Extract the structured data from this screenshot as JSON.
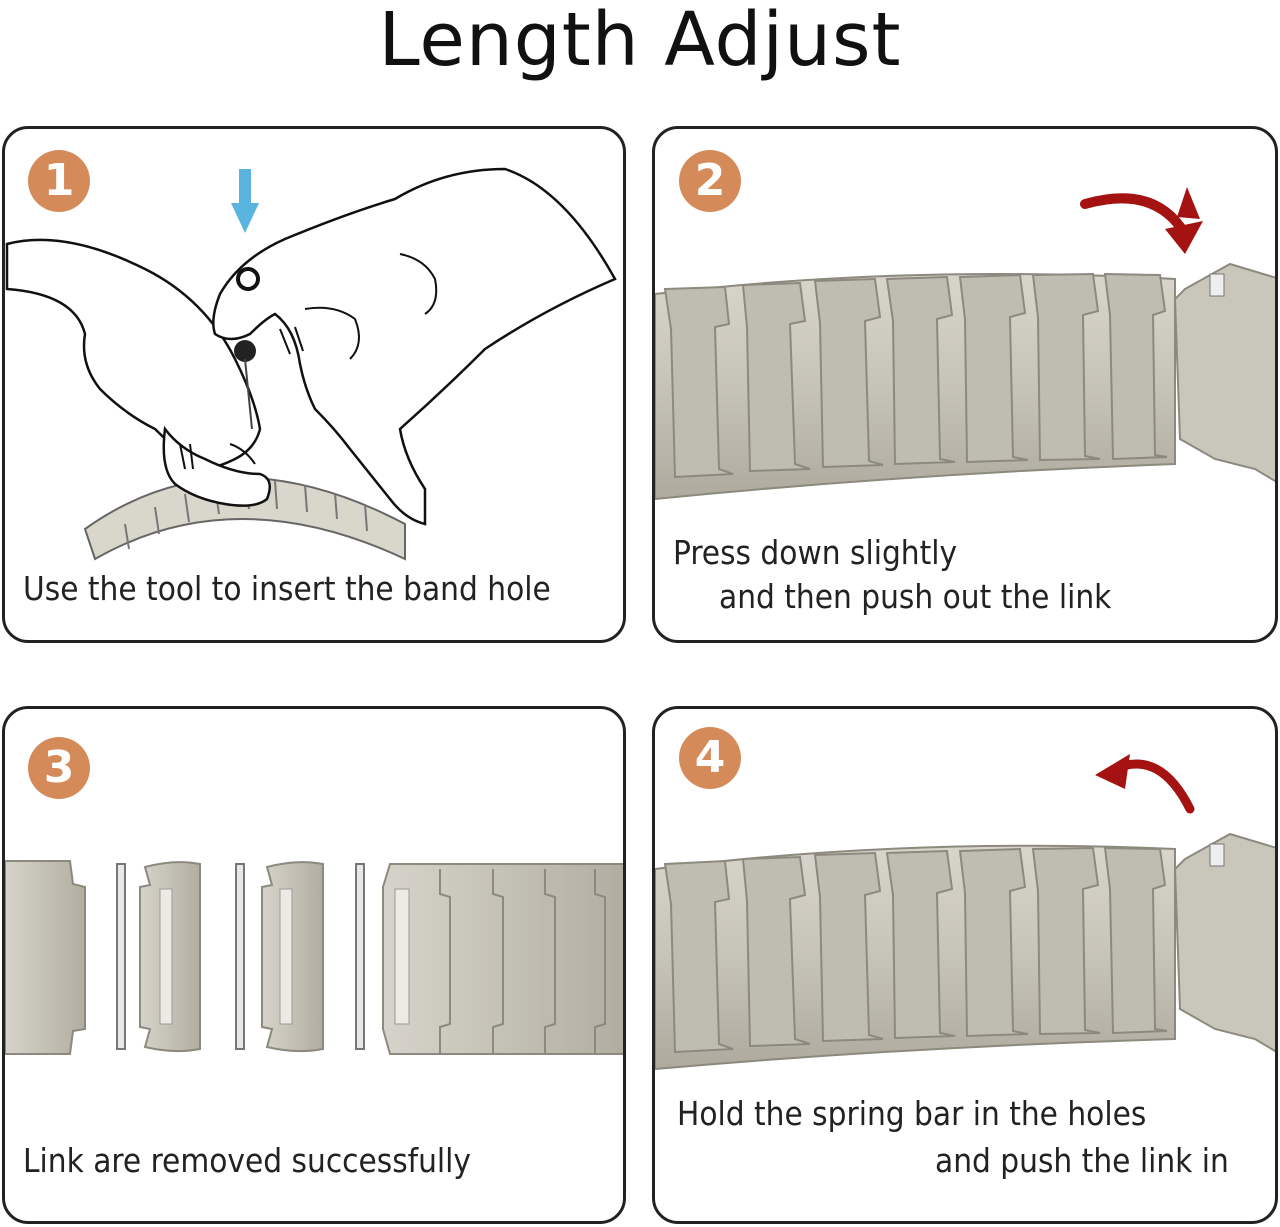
{
  "title": "Length Adjust",
  "colors": {
    "badge": "#d58a5a",
    "arrow_red": "#a51212",
    "arrow_blue": "#5ab4e0",
    "metal": "#c8c5bb",
    "border": "#222222"
  },
  "steps": [
    {
      "number": "1",
      "caption_lines": [
        "Use the tool to insert the band hole"
      ],
      "illustration": "hands-pressing-pin-icon"
    },
    {
      "number": "2",
      "caption_lines": [
        "Press down slightly",
        "and then push out the link"
      ],
      "illustration": "band-link-push-icon"
    },
    {
      "number": "3",
      "caption_lines": [
        "Link are removed successfully"
      ],
      "illustration": "removed-links-icon"
    },
    {
      "number": "4",
      "caption_lines": [
        "Hold the spring bar in the holes",
        "and push the link in"
      ],
      "illustration": "band-link-insert-icon"
    }
  ]
}
